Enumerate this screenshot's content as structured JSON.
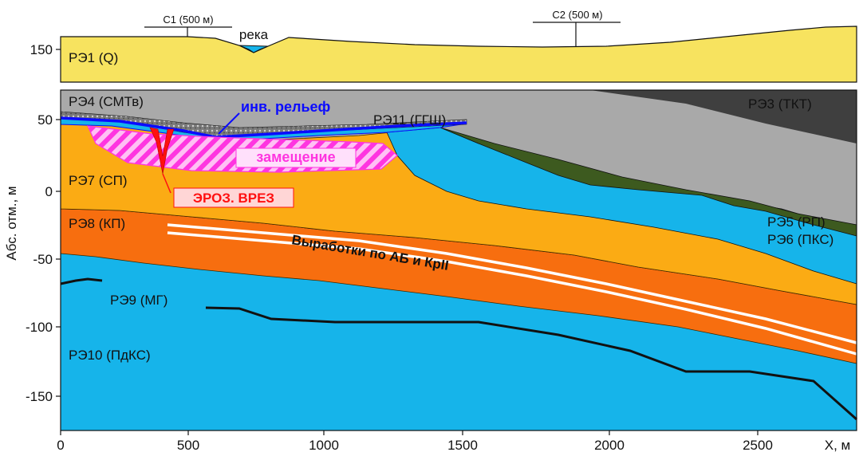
{
  "colors": {
    "yellow": "#f7e35f",
    "gray": "#a9a9a9",
    "dark_gray": "#3f3f3f",
    "olive": "#3d5a1f",
    "blue": "#16b4ea",
    "orange": "#fbab14",
    "dark_orange": "#f76e0f",
    "magenta": "#ff35e0",
    "red": "#ff1010",
    "inv_blue": "#0b0bff"
  },
  "profile": {
    "y_tick": "150",
    "wells": [
      {
        "label": "С1 (500 м)"
      },
      {
        "label": "С2 (500 м)"
      }
    ],
    "river_label": "река",
    "layer_label": "РЭ1 (Q)"
  },
  "section": {
    "y_axis_label": "Абс. отм., м",
    "x_axis_label": "X, м",
    "y_ticks": [
      "50",
      "0",
      "-50",
      "-100",
      "-150"
    ],
    "x_ticks": [
      "0",
      "500",
      "1000",
      "1500",
      "2000",
      "2500"
    ],
    "layers": {
      "re4": "РЭ4 (СМТв)",
      "re3": "РЭ3 (ТКТ)",
      "re11": "РЭ11 (ГГШ)",
      "re7": "РЭ7 (СП)",
      "re8": "РЭ8 (КП)",
      "re9": "РЭ9 (МГ)",
      "re10": "РЭ10 (ПдКС)",
      "re5": "РЭ5 (РП)",
      "re6": "РЭ6 (ПКС)"
    },
    "annotations": {
      "inv_relief": "инв. рельеф",
      "replacement": "замещение",
      "erosion_cut": "ЭРОЗ. ВРЕЗ",
      "workings": "Выработки по АБ и КрII"
    }
  }
}
